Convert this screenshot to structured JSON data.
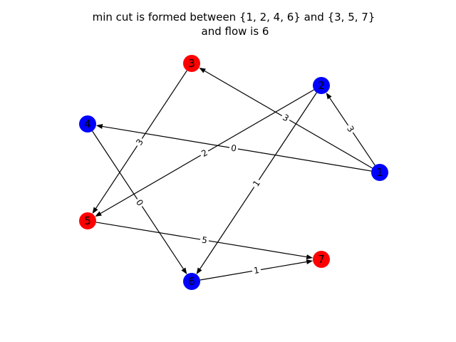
{
  "title": {
    "line1": "min cut is formed between {1, 2, 4, 6} and {3, 5, 7}",
    "line2": "and flow is 6"
  },
  "colors": {
    "source_side": "#0000ff",
    "sink_side": "#ff0000",
    "edge": "#000000"
  },
  "graph": {
    "nodes": [
      {
        "id": "1",
        "side": "source"
      },
      {
        "id": "2",
        "side": "source"
      },
      {
        "id": "3",
        "side": "sink"
      },
      {
        "id": "4",
        "side": "source"
      },
      {
        "id": "5",
        "side": "sink"
      },
      {
        "id": "6",
        "side": "source"
      },
      {
        "id": "7",
        "side": "sink"
      }
    ],
    "edges": [
      {
        "from": "1",
        "to": "2",
        "label": "3"
      },
      {
        "from": "1",
        "to": "3",
        "label": "3"
      },
      {
        "from": "1",
        "to": "4",
        "label": "0"
      },
      {
        "from": "2",
        "to": "5",
        "label": "2"
      },
      {
        "from": "2",
        "to": "6",
        "label": "1"
      },
      {
        "from": "3",
        "to": "5",
        "label": "3"
      },
      {
        "from": "4",
        "to": "6",
        "label": "0"
      },
      {
        "from": "5",
        "to": "7",
        "label": "5"
      },
      {
        "from": "6",
        "to": "7",
        "label": "1"
      }
    ]
  }
}
